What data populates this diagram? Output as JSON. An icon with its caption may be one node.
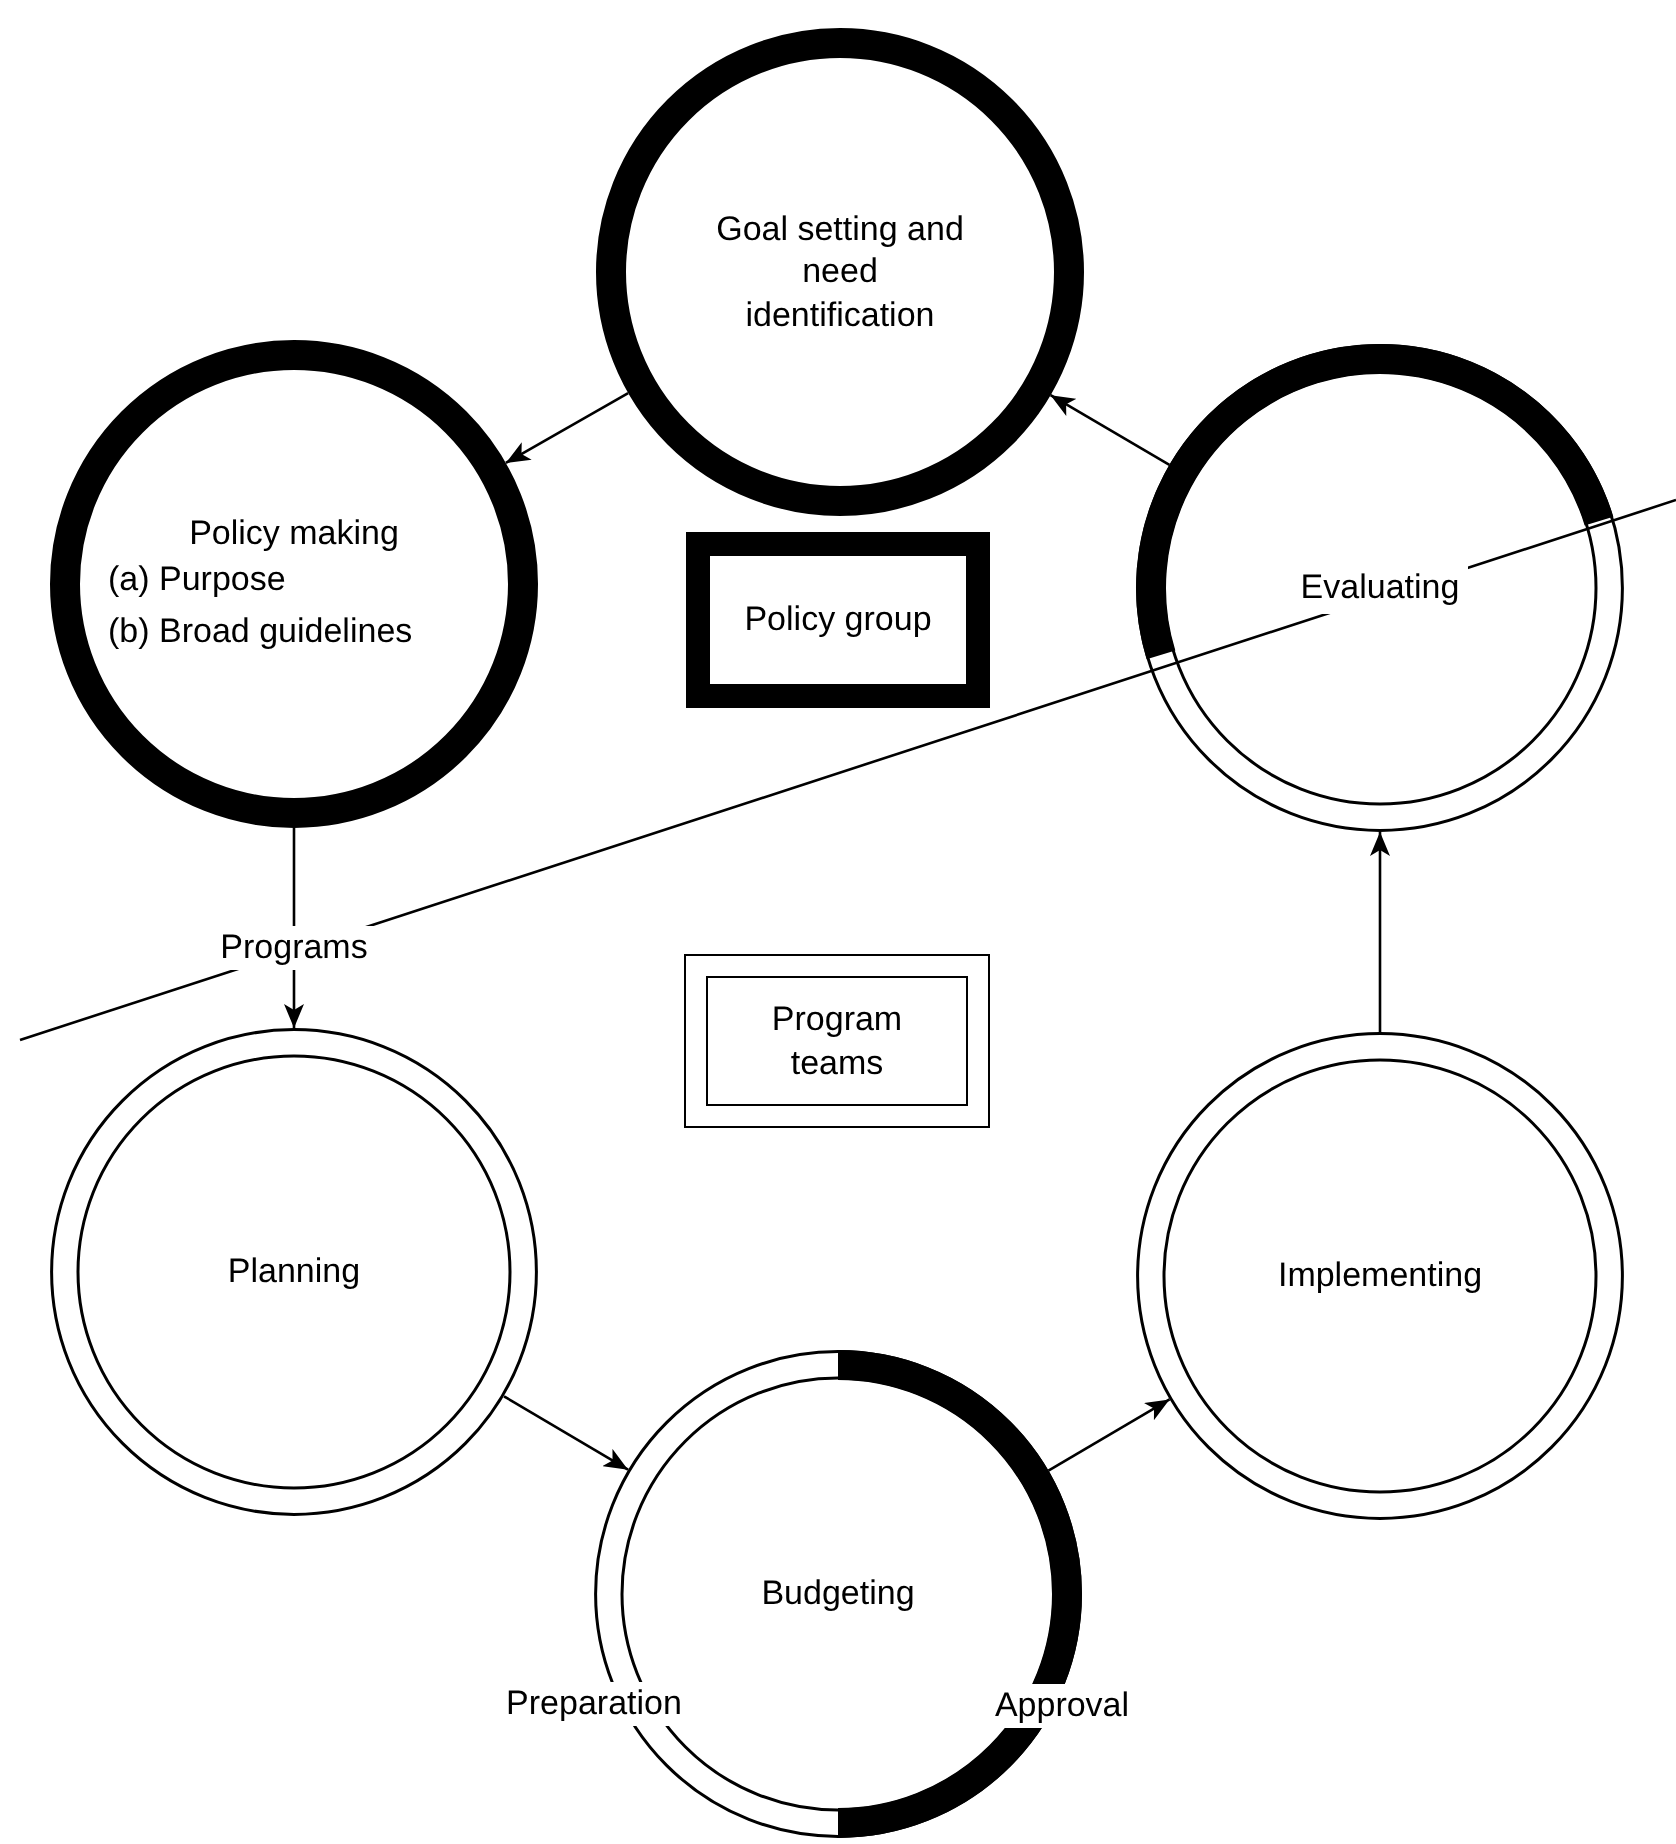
{
  "diagram": {
    "nodes": [
      {
        "text": [
          "Goal setting and need identification"
        ]
      },
      {
        "text": [
          "Policy making",
          "(a) Purpose",
          "(b) Broad guidelines"
        ]
      },
      {
        "text": [
          "Policy group"
        ]
      },
      {
        "text": [
          "Evaluating"
        ]
      },
      {
        "text": [
          "Program teams"
        ]
      },
      {
        "text": [
          "Planning"
        ]
      },
      {
        "text": [
          "Implementing"
        ]
      },
      {
        "text": [
          "Budgeting"
        ],
        "beside": [
          "Preparation",
          "Approval"
        ]
      }
    ],
    "edges": [
      {
        "from": 0,
        "to": 1,
        "arrow": "to"
      },
      {
        "from": 1,
        "to": 5,
        "arrow": "to",
        "label": "Programs"
      },
      {
        "from": 5,
        "to": 7,
        "arrow": "to"
      },
      {
        "from": 7,
        "to": 6,
        "arrow": "to"
      },
      {
        "from": 6,
        "to": 3,
        "arrow": "to"
      },
      {
        "from": 3,
        "to": 0,
        "arrow": "to"
      }
    ]
  }
}
